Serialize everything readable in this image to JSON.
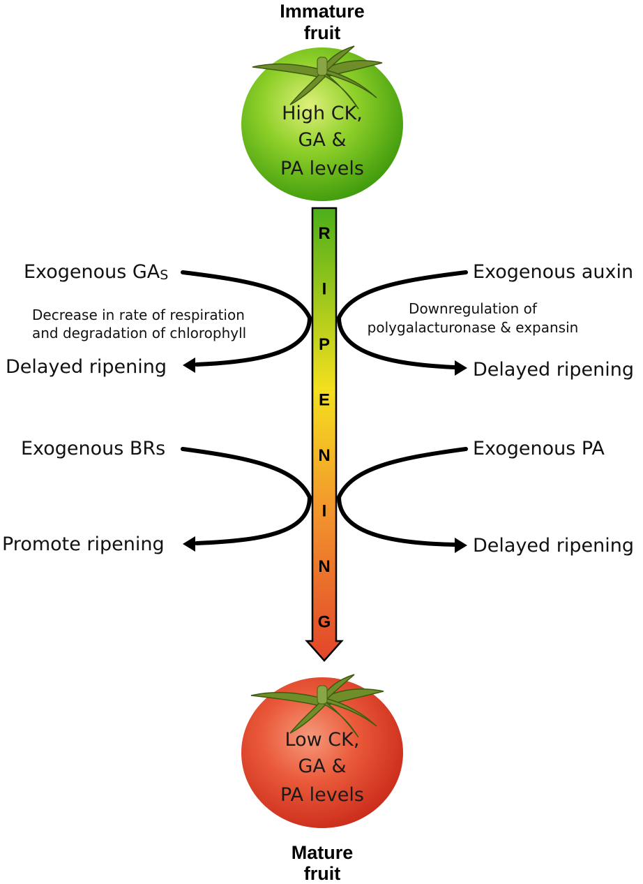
{
  "top_fruit": {
    "title_line1": "Immature",
    "title_line2": "fruit",
    "text_line1": "High CK,",
    "text_line2": "GA &",
    "text_line3": "PA levels",
    "color": "#6cc01c"
  },
  "bottom_fruit": {
    "title_line1": "Mature",
    "title_line2": "fruit",
    "text_line1": "Low CK,",
    "text_line2": "GA &",
    "text_line3": "PA levels",
    "color": "#e8452c"
  },
  "ripening_letters": [
    "R",
    "I",
    "P",
    "E",
    "N",
    "I",
    "N",
    "G"
  ],
  "gradient": [
    "#4caf1a",
    "#f4e01e",
    "#f39a2c",
    "#e2452a"
  ],
  "left_upper": {
    "input": "Exogenous GA",
    "input_sub": "S",
    "note_line1": "Decrease in rate of respiration",
    "note_line2": "and degradation of chlorophyll",
    "outcome": "Delayed ripening"
  },
  "right_upper": {
    "input": "Exogenous auxin",
    "note_line1": "Downregulation of",
    "note_line2": "polygalacturonase & expansin",
    "outcome": "Delayed ripening"
  },
  "left_lower": {
    "input": "Exogenous BRs",
    "outcome": "Promote ripening"
  },
  "right_lower": {
    "input": "Exogenous PA",
    "outcome": "Delayed ripening"
  }
}
